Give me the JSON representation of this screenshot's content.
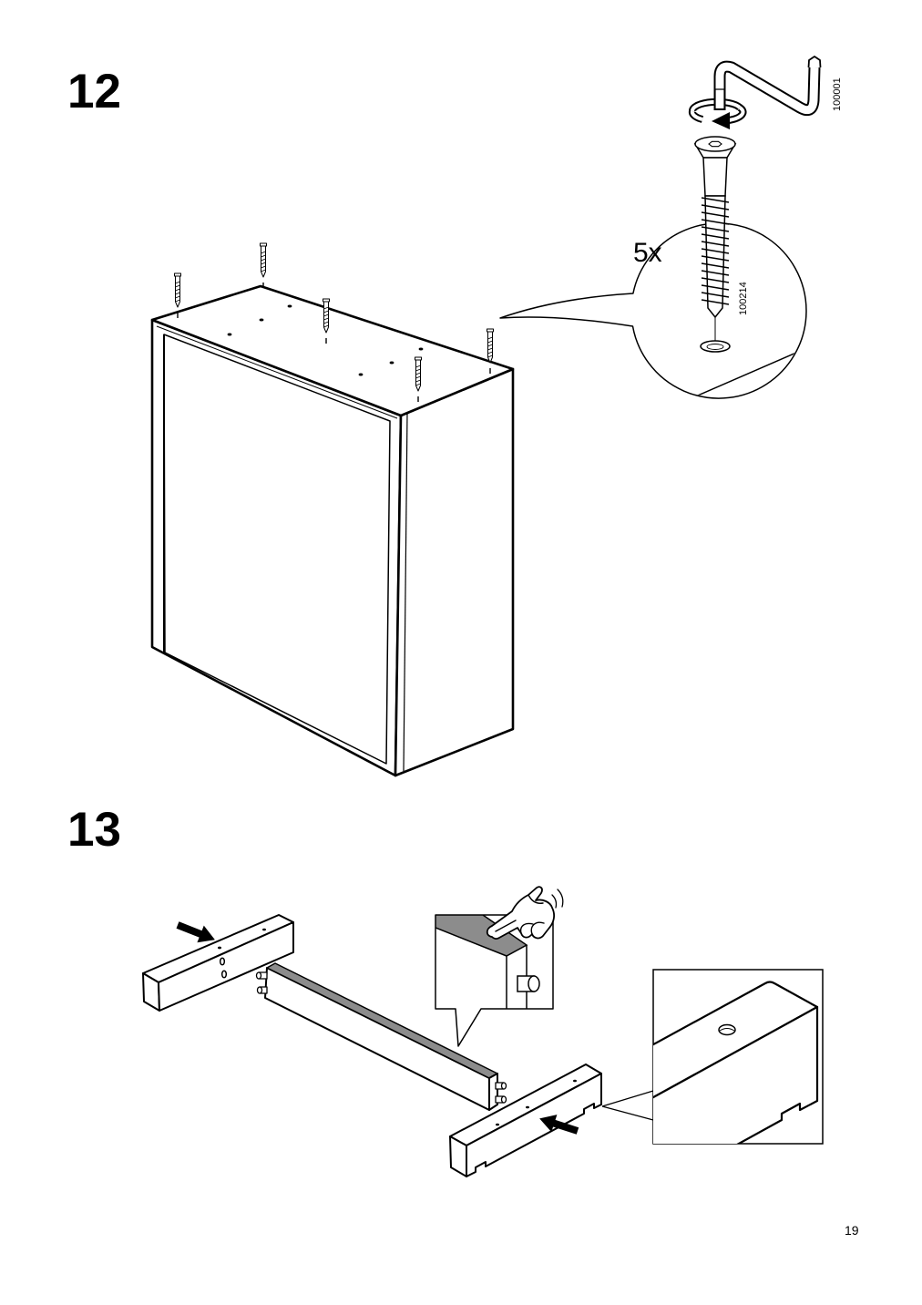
{
  "step_12": {
    "number": "12",
    "tool": {
      "code": "100001",
      "icon": "allen-key-icon"
    },
    "callout": {
      "quantity": "5x",
      "part_code": "100214",
      "icon": "screw-icon"
    }
  },
  "step_13": {
    "number": "13",
    "icons": [
      "push-arrow-icon",
      "pointing-hand-icon",
      "dowel-icon"
    ]
  },
  "page": {
    "number": "19"
  },
  "colors": {
    "ink": "#000000",
    "shade": "#8c8c8c",
    "paper": "#ffffff"
  }
}
